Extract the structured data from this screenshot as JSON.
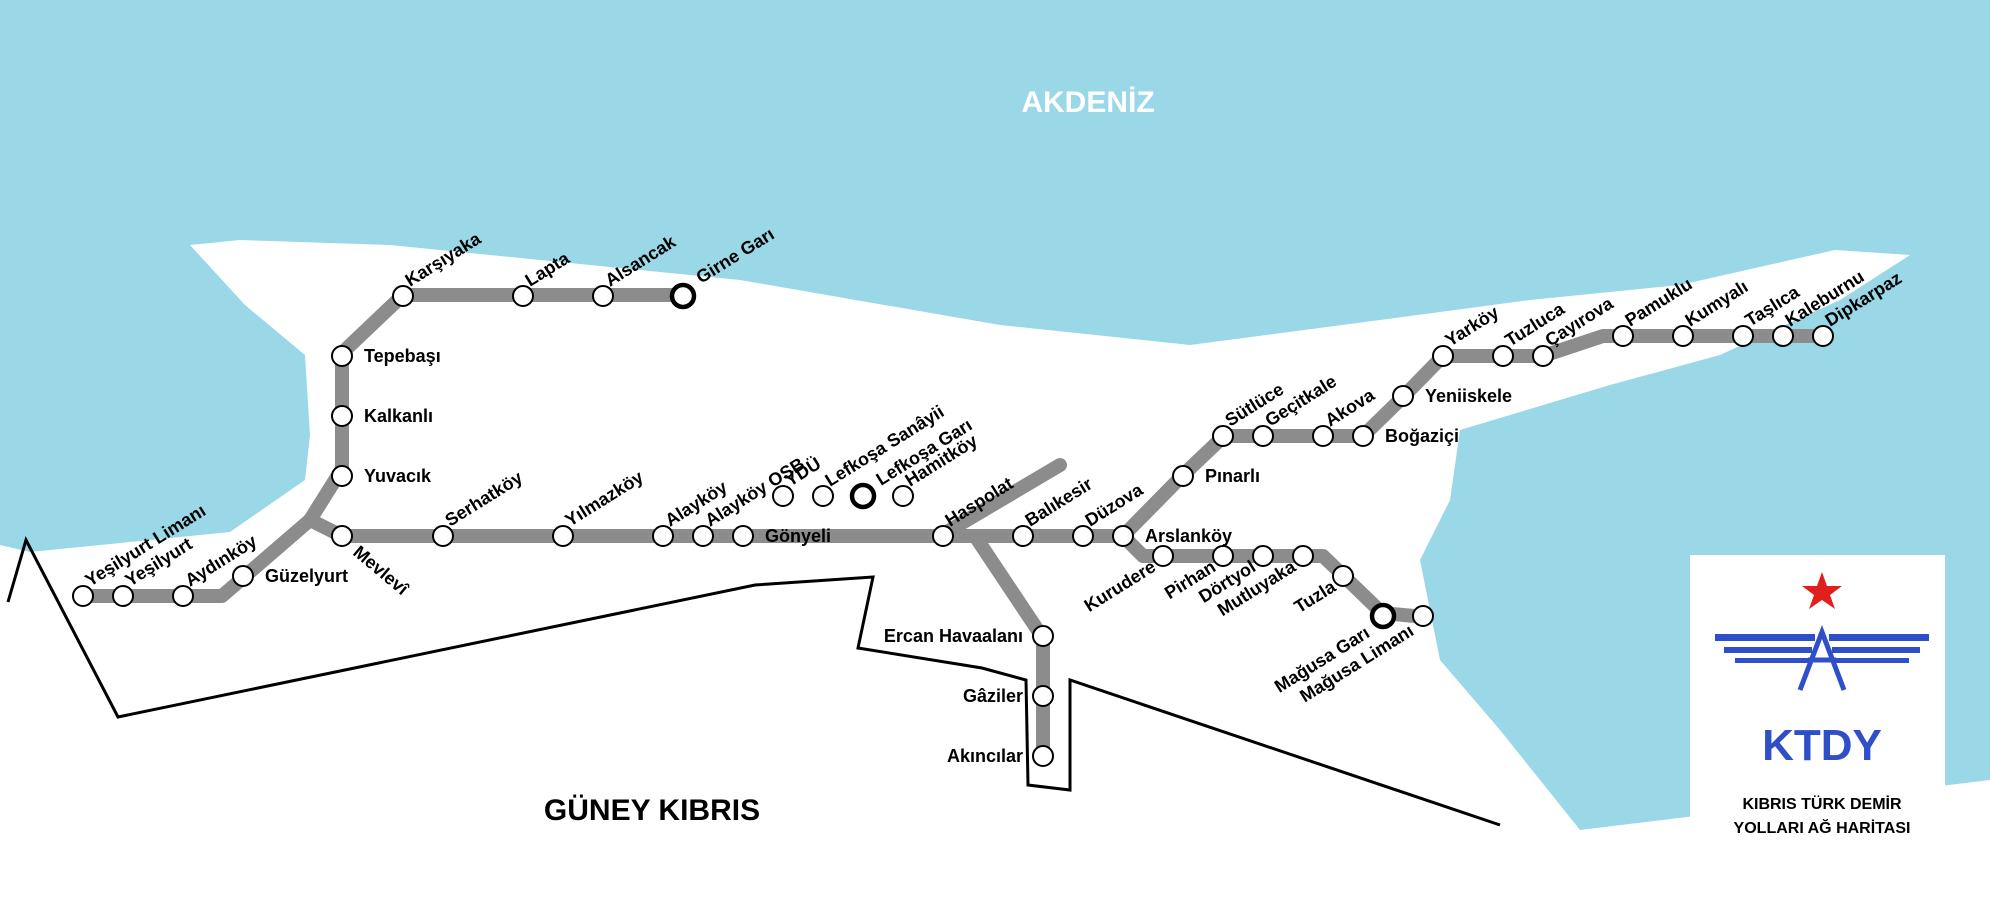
{
  "map": {
    "sea_label": "AKDENİZ",
    "south_label": "GÜNEY KIBRIS",
    "colors": {
      "sea": "#9ad8e8",
      "land": "#ffffff",
      "track": "#8c8c8c",
      "border": "#000000",
      "logo_red": "#e0201c",
      "logo_blue": "#2f4fc8"
    },
    "stations": [
      {
        "id": "yesilyurt-limani",
        "name": "Yeşilyurt Limanı",
        "terminal": false
      },
      {
        "id": "yesilyurt",
        "name": "Yeşilyurt",
        "terminal": false
      },
      {
        "id": "aydinkoy",
        "name": "Aydınköy",
        "terminal": false
      },
      {
        "id": "guzelyurt",
        "name": "Güzelyurt",
        "terminal": false
      },
      {
        "id": "mevlevi",
        "name": "Mevlevî",
        "terminal": false
      },
      {
        "id": "yuvacik",
        "name": "Yuvacık",
        "terminal": false
      },
      {
        "id": "kalkanli",
        "name": "Kalkanlı",
        "terminal": false
      },
      {
        "id": "tepebasi",
        "name": "Tepebaşı",
        "terminal": false
      },
      {
        "id": "karsiyaka",
        "name": "Karşıyaka",
        "terminal": false
      },
      {
        "id": "lapta",
        "name": "Lapta",
        "terminal": false
      },
      {
        "id": "alsancak",
        "name": "Alsancak",
        "terminal": false
      },
      {
        "id": "girne-gari",
        "name": "Girne Garı",
        "terminal": true
      },
      {
        "id": "serhatkoy",
        "name": "Serhatköy",
        "terminal": false
      },
      {
        "id": "yilmazkoy",
        "name": "Yılmazköy",
        "terminal": false
      },
      {
        "id": "alaykoy",
        "name": "Alayköy",
        "terminal": false
      },
      {
        "id": "alaykoy-osb",
        "name": "Alayköy OSB",
        "terminal": false
      },
      {
        "id": "gonyeli",
        "name": "Gönyeli",
        "terminal": false
      },
      {
        "id": "ydu",
        "name": "YDÜ",
        "terminal": false
      },
      {
        "id": "lefkosa-sanayii",
        "name": "Lefkoşa Sanâyii",
        "terminal": false
      },
      {
        "id": "lefkosa-gari",
        "name": "Lefkoşa Garı",
        "terminal": true
      },
      {
        "id": "hamitkoy",
        "name": "Hamitköy",
        "terminal": false
      },
      {
        "id": "haspolat",
        "name": "Haspolat",
        "terminal": false
      },
      {
        "id": "ercan",
        "name": "Ercan Havaalanı",
        "terminal": false
      },
      {
        "id": "gaziler",
        "name": "Gâziler",
        "terminal": false
      },
      {
        "id": "akincilar",
        "name": "Akıncılar",
        "terminal": false
      },
      {
        "id": "balikesir",
        "name": "Balıkesir",
        "terminal": false
      },
      {
        "id": "duzova",
        "name": "Düzova",
        "terminal": false
      },
      {
        "id": "arslankoy",
        "name": "Arslanköy",
        "terminal": false
      },
      {
        "id": "pinarli",
        "name": "Pınarlı",
        "terminal": false
      },
      {
        "id": "sutluce",
        "name": "Sütlüce",
        "terminal": false
      },
      {
        "id": "gecitkale",
        "name": "Geçitkale",
        "terminal": false
      },
      {
        "id": "akova",
        "name": "Akova",
        "terminal": false
      },
      {
        "id": "bogazici",
        "name": "Boğaziçi",
        "terminal": false
      },
      {
        "id": "yeniiskele",
        "name": "Yeniiskele",
        "terminal": false
      },
      {
        "id": "yarkoy",
        "name": "Yarköy",
        "terminal": false
      },
      {
        "id": "tuzluca",
        "name": "Tuzluca",
        "terminal": false
      },
      {
        "id": "cayirova",
        "name": "Çayırova",
        "terminal": false
      },
      {
        "id": "pamuklu",
        "name": "Pamuklu",
        "terminal": false
      },
      {
        "id": "kumyali",
        "name": "Kumyalı",
        "terminal": false
      },
      {
        "id": "taslica",
        "name": "Taşlıca",
        "terminal": false
      },
      {
        "id": "kaleburnu",
        "name": "Kaleburnu",
        "terminal": false
      },
      {
        "id": "dipkarpaz",
        "name": "Dipkarpaz",
        "terminal": false
      },
      {
        "id": "kurudere",
        "name": "Kurudere",
        "terminal": false
      },
      {
        "id": "pirhan",
        "name": "Pirhan",
        "terminal": false
      },
      {
        "id": "dortyol",
        "name": "Dörtyol",
        "terminal": false
      },
      {
        "id": "mutluyaka",
        "name": "Mutluyaka",
        "terminal": false
      },
      {
        "id": "tuzla",
        "name": "Tuzla",
        "terminal": false
      },
      {
        "id": "magusa-gari",
        "name": "Mağusa Garı",
        "terminal": true
      },
      {
        "id": "magusa-limani",
        "name": "Mağusa Limanı",
        "terminal": false
      }
    ]
  },
  "legend": {
    "logo_text": "KTDY",
    "title_line1": "KIBRIS TÜRK DEMİR",
    "title_line2": "YOLLARI AĞ HARİTASI"
  }
}
